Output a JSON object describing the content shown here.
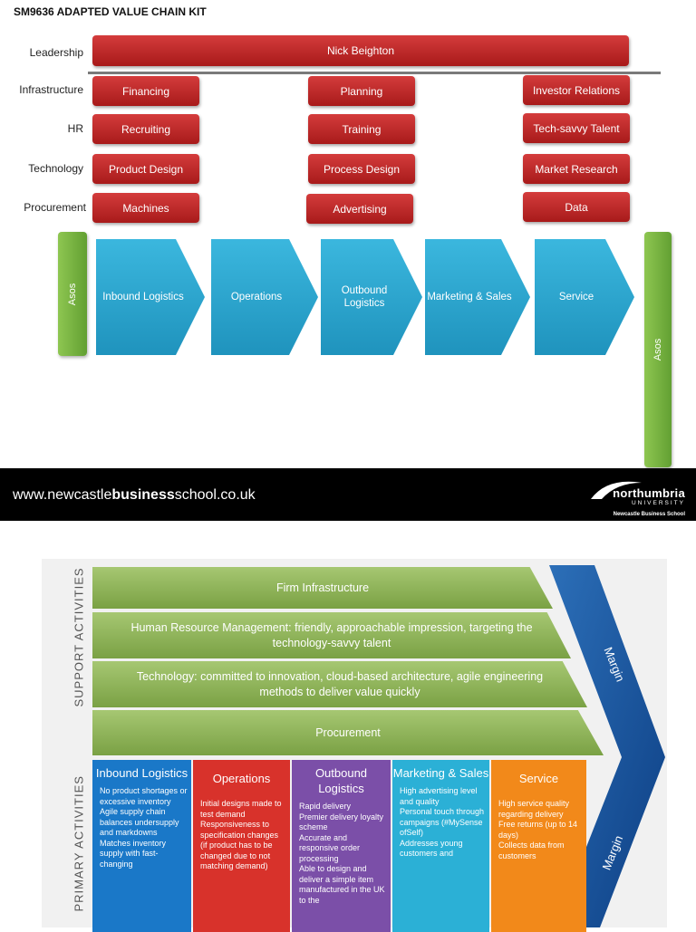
{
  "top_slide": {
    "title": "SM9636 ADAPTED VALUE CHAIN KIT",
    "row_labels": {
      "leadership": "Leadership",
      "infrastructure": "Infrastructure",
      "hr": "HR",
      "technology": "Technology",
      "procurement": "Procurement"
    },
    "leadership_box": "Nick Beighton",
    "support_boxes": {
      "col1": [
        "Financing",
        "Recruiting",
        "Product Design",
        "Machines"
      ],
      "col2": [
        "Planning",
        "Training",
        "Process Design",
        "Advertising"
      ],
      "col3": [
        "Investor Relations",
        "Tech-savvy Talent",
        "Market Research",
        "Data"
      ]
    },
    "side_labels": {
      "left": "Asos",
      "right": "Asos"
    },
    "primary_activities": [
      "Inbound Logistics",
      "Operations",
      "Outbound Logistics",
      "Marketing & Sales",
      "Service"
    ],
    "colors": {
      "red": "#b82424",
      "green": "#74b040",
      "chevron": "#2aa6cf"
    }
  },
  "footer": {
    "url_prefix": "www.newcastle",
    "url_bold": "business",
    "url_suffix": "school.co.uk",
    "logo_name": "northumbria",
    "logo_university": "UNIVERSITY",
    "logo_school": "Newcastle Business School"
  },
  "bottom_slide": {
    "support_label": "SUPPORT ACTIVITIES",
    "primary_label": "PRIMARY ACTIVITIES",
    "support_bars": [
      "Firm Infrastructure",
      "Human Resource Management: friendly, approachable impression, targeting the technology-savvy talent",
      "Technology: committed to innovation, cloud-based architecture, agile engineering methods to deliver value quickly",
      "Procurement"
    ],
    "margin_label": "Margin",
    "columns": [
      {
        "title": "Inbound Logistics",
        "color": "#1a78c8",
        "items": [
          "No product shortages or excessive inventory",
          "Agile supply chain balances undersupply and markdowns",
          "Matches inventory supply with fast-changing"
        ]
      },
      {
        "title": "Operations",
        "color": "#d8322b",
        "items": [
          "Initial designs made to test demand",
          "Responsiveness to specification changes (if product has to be changed due to not matching demand)"
        ]
      },
      {
        "title": "Outbound Logistics",
        "color": "#7b4fa8",
        "items": [
          "Rapid delivery",
          "Premier delivery loyalty scheme",
          "Accurate and responsive order processing",
          "Able to design and deliver a simple item manufactured in the UK to the"
        ]
      },
      {
        "title": "Marketing & Sales",
        "color": "#2bb0d6",
        "items": [
          "High advertising level and quality",
          "Personal touch through campaigns (#MySense ofSelf)",
          "Addresses young customers and"
        ]
      },
      {
        "title": "Service",
        "color": "#f2891a",
        "items": [
          "High service quality regarding delivery",
          "Free returns (up to 14 days)",
          "Collects data from customers"
        ]
      }
    ]
  }
}
